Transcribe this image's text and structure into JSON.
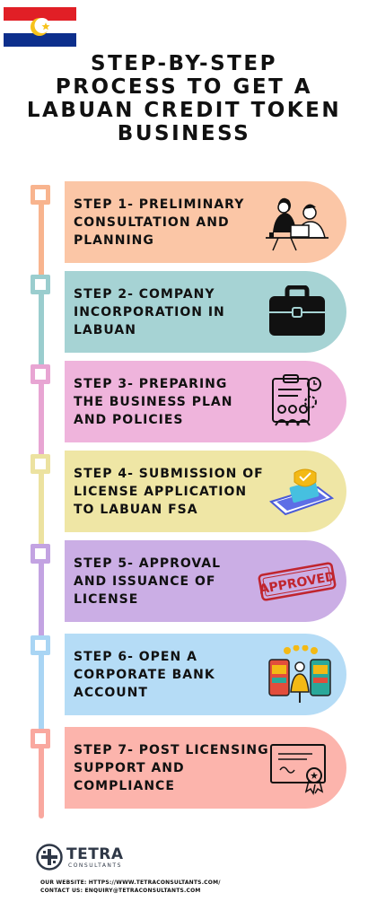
{
  "header": {
    "title_lines": [
      "STEP-BY-STEP",
      "PROCESS TO GET A",
      "LABUAN CREDIT TOKEN",
      "BUSINESS"
    ],
    "flag_icon": "labuan-flag-icon",
    "flag_colors": [
      "#e11f26",
      "#ffffff",
      "#0d2f8c",
      "#f7c21b"
    ]
  },
  "steps": [
    {
      "lines": [
        "STEP 1- PRELIMINARY",
        "CONSULTATION AND",
        "PLANNING"
      ],
      "icon": "people-meeting-laptop-icon",
      "color": "#fbc6a6",
      "line_color": "#f8b48e"
    },
    {
      "lines": [
        "STEP 2- COMPANY",
        "INCORPORATION IN",
        "LABUAN"
      ],
      "icon": "briefcase-icon",
      "color": "#a6d3d4",
      "line_color": "#9acdce"
    },
    {
      "lines": [
        "STEP 3- PREPARING",
        "THE BUSINESS PLAN",
        "AND POLICIES"
      ],
      "icon": "clipboard-team-gear-icon",
      "color": "#efb4dc",
      "line_color": "#e8a5d3"
    },
    {
      "lines": [
        "STEP 4- SUBMISSION OF",
        "LICENSE APPLICATION",
        "TO LABUAN FSA"
      ],
      "icon": "phone-credit-card-shield-icon",
      "color": "#efe6a5",
      "line_color": "#ece2a0"
    },
    {
      "lines": [
        "STEP 5- APPROVAL",
        "AND ISSUANCE OF",
        "LICENSE"
      ],
      "icon": "approved-stamp-icon",
      "color": "#cbaee5",
      "line_color": "#c3a3e2",
      "stamp_text": "APPROVED"
    },
    {
      "lines": [
        "STEP 6- OPEN A",
        "CORPORATE BANK",
        "ACCOUNT"
      ],
      "icon": "bank-phones-coins-icon",
      "color": "#b5dcf6",
      "line_color": "#a9d5f4"
    },
    {
      "lines": [
        "STEP 7- POST LICENSING",
        "SUPPORT AND",
        "COMPLIANCE"
      ],
      "icon": "certificate-icon",
      "color": "#fcb4ac",
      "line_color": "#f9a89f"
    }
  ],
  "footer": {
    "logo_name": "TETRA",
    "logo_sub": "CONSULTANTS",
    "website": "OUR WEBSITE: HTTPS://WWW.TETRACONSULTANTS.COM/",
    "contact": "CONTACT US: ENQUIRY@TETRACONSULTANTS.COM"
  }
}
